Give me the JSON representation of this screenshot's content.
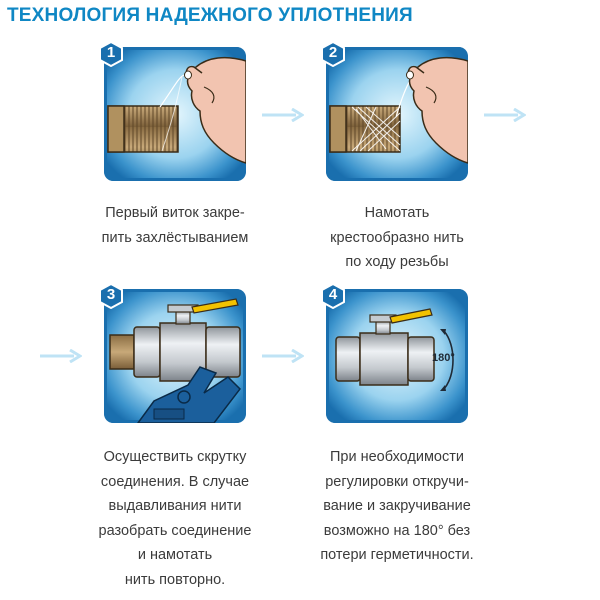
{
  "title": "ТЕХНОЛОГИЯ НАДЕЖНОГО УПЛОТНЕНИЯ",
  "colors": {
    "accent": "#0f87c4",
    "panel_dark": "#1a6fae",
    "panel_light": "#d8f0fb",
    "text": "#3b3b3b"
  },
  "steps": [
    {
      "number": "1",
      "icon": "thread-start-icon",
      "caption": [
        "Первый виток закре-",
        "пить захлёстыванием"
      ]
    },
    {
      "number": "2",
      "icon": "thread-wind-icon",
      "caption": [
        "Намотать",
        "крестообразно нить",
        "по ходу резьбы"
      ]
    },
    {
      "number": "3",
      "icon": "wrench-valve-icon",
      "caption": [
        "Осуществить скрутку",
        "соединения. В случае",
        "выдавливания нити",
        "разобрать соединение",
        "и намотать",
        "нить повторно."
      ]
    },
    {
      "number": "4",
      "icon": "valve-rotate-icon",
      "caption": [
        "При необходимости",
        "регулировки откручи-",
        "вание и закручивание",
        "возможно на 180° без",
        "потери герметичности."
      ],
      "rotation_label": "180°"
    }
  ]
}
